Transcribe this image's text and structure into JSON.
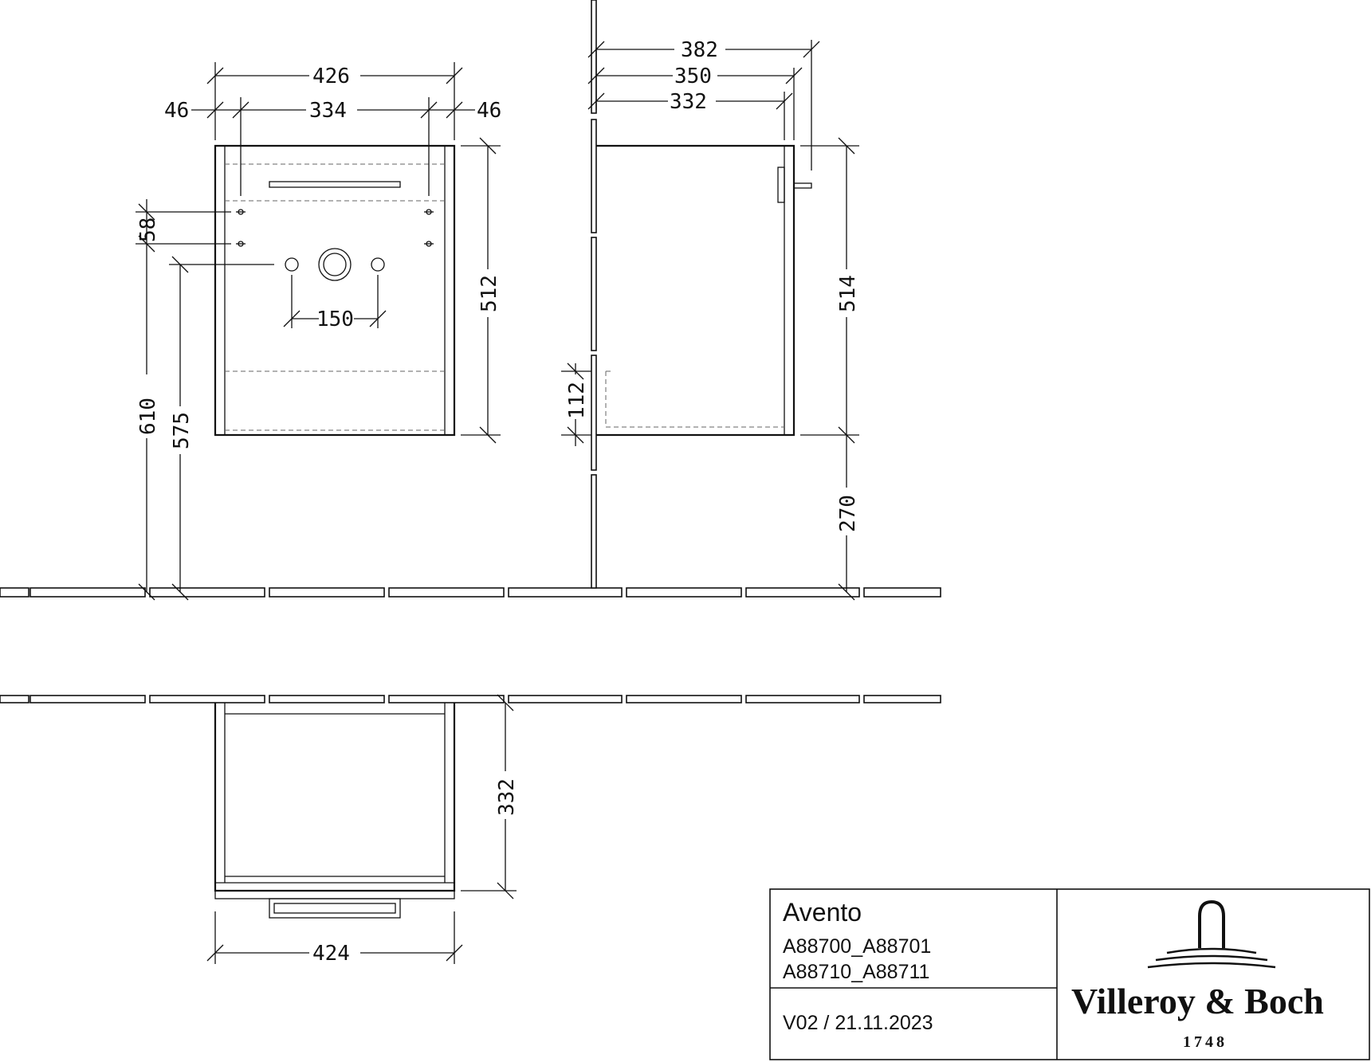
{
  "front_view": {
    "dim_total_width": "426",
    "dim_left_offset": "46",
    "dim_hole_spacing": "334",
    "dim_right_offset": "46",
    "dim_height": "512",
    "dim_vertical_holes": "58",
    "dim_floor_to_top": "610",
    "dim_floor_to_holes": "575",
    "dim_tap_spacing": "150"
  },
  "side_view": {
    "dim_depth_overall": "382",
    "dim_depth_mid": "350",
    "dim_depth_body": "332",
    "dim_height": "514",
    "dim_floor_clearance": "270",
    "dim_drawer_gap": "112"
  },
  "top_view": {
    "dim_depth": "332",
    "dim_width": "424"
  },
  "title_block": {
    "product_name": "Avento",
    "codes_line1": "A88700_A88701",
    "codes_line2": "A88710_A88711",
    "version": "V02 / 21.11.2023",
    "brand": "Villeroy & Boch",
    "brand_year": "1748"
  }
}
